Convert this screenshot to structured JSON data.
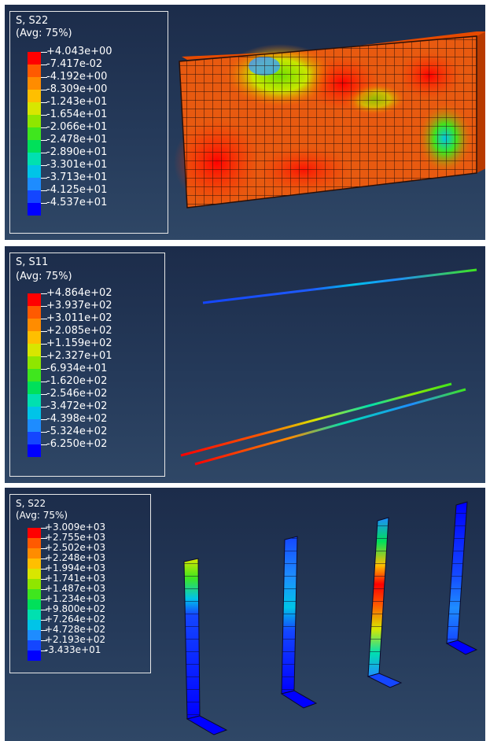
{
  "legend_colors": [
    "#ff0000",
    "#ff5a00",
    "#ff8c00",
    "#ffbf00",
    "#d8e600",
    "#8fe600",
    "#3fe61e",
    "#00e05a",
    "#00e0b0",
    "#00c4e8",
    "#1e8cff",
    "#1446ff",
    "#0000ff"
  ],
  "panels": [
    {
      "id": "concrete-wall",
      "legend": {
        "variable": "S, S22",
        "averaging": "(Avg: 75%)",
        "labels": [
          "+4.043e+00",
          "-7.417e-02",
          "-4.192e+00",
          "-8.309e+00",
          "-1.243e+01",
          "-1.654e+01",
          "-2.066e+01",
          "-2.478e+01",
          "-2.890e+01",
          "-3.301e+01",
          "-3.713e+01",
          "-4.125e+01",
          "-4.537e+01"
        ]
      }
    },
    {
      "id": "rebar",
      "legend": {
        "variable": "S, S11",
        "averaging": "(Avg: 75%)",
        "labels": [
          "+4.864e+02",
          "+3.937e+02",
          "+3.011e+02",
          "+2.085e+02",
          "+1.159e+02",
          "+2.327e+01",
          "-6.934e+01",
          "-1.620e+02",
          "-2.546e+02",
          "-3.472e+02",
          "-4.398e+02",
          "-5.324e+02",
          "-6.250e+02"
        ]
      }
    },
    {
      "id": "stirrups",
      "legend": {
        "variable": "S, S22",
        "averaging": "(Avg: 75%)",
        "labels": [
          "+3.009e+03",
          "+2.755e+03",
          "+2.502e+03",
          "+2.248e+03",
          "+1.994e+03",
          "+1.741e+03",
          "+1.487e+03",
          "+1.234e+03",
          "+9.800e+02",
          "+7.264e+02",
          "+4.728e+02",
          "+2.193e+02",
          "-3.433e+01"
        ]
      }
    }
  ]
}
